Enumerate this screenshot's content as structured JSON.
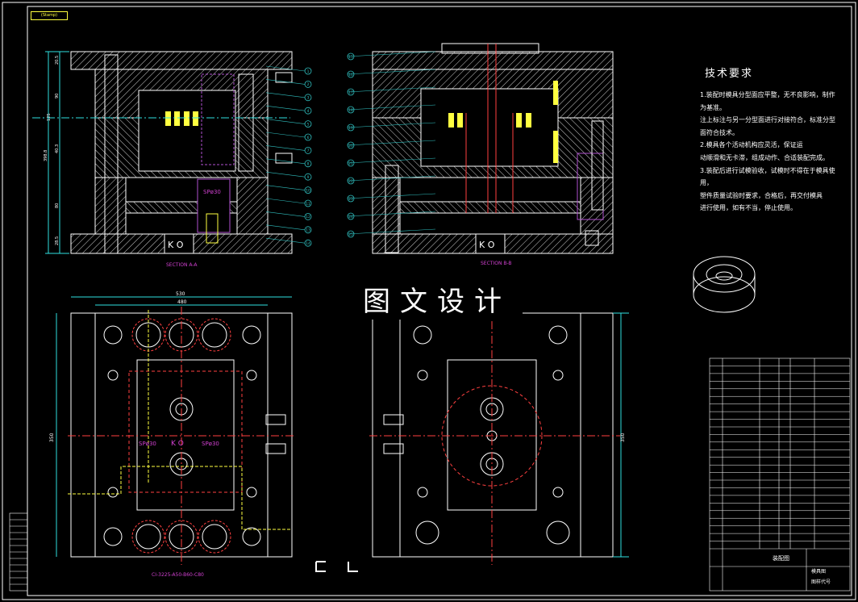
{
  "watermark": "图文设计",
  "stamp": "(Stamp)",
  "tech_requirements": {
    "title": "技术要求",
    "lines": [
      "1.装配时模具分型面应平整，无不良影响，制作为基准。",
      "注上标注与另一分型面进行对接符合，标准分型面符合技术。",
      "2.模具各个活动机构应灵活，保证运",
      "动顺滑和无卡滞，组成动作、合适装配完成。",
      "3.装配后进行试模验收，试模时不得在于模具使用，",
      "塑件质量试验时要求，合格后，再交付模具",
      "进行使用，如有不当，停止使用。"
    ]
  },
  "sections": {
    "a": "SECTION A-A",
    "b": "SECTION B-B"
  },
  "labels": {
    "ko1": "K O",
    "ko2": "K O",
    "ko3": "K O",
    "sp1": "SPø30",
    "sp2": "SPø30",
    "sp3": "SPø30"
  },
  "plan_caption": "CI-3225-A50-B60-C80",
  "dims": {
    "top_width": "530",
    "inner_width": "480",
    "height_left": "350",
    "height_right": "350",
    "left_total": "398.8",
    "left_1": "20.5",
    "left_2": "90",
    "left_3": "125",
    "left_4": "40.3",
    "left_5": "80",
    "left_6": "28.5"
  },
  "balloons_left": [
    "1",
    "2",
    "3",
    "4",
    "5",
    "6",
    "7",
    "8",
    "9",
    "10",
    "11",
    "12",
    "13",
    "14"
  ],
  "balloons_right": [
    "15",
    "16",
    "17",
    "18",
    "19",
    "20",
    "21",
    "22",
    "23",
    "24",
    "25"
  ],
  "title_block": {
    "title": "装配图",
    "sub": "模具图",
    "code": "图样代号"
  },
  "colors": {
    "line": "#ffffff",
    "hatch": "#ffffff",
    "leader": "#30c0c0",
    "yellow": "#ffff40",
    "magenta": "#d040d0",
    "red": "#ff4040",
    "cyan": "#30e0e0"
  }
}
